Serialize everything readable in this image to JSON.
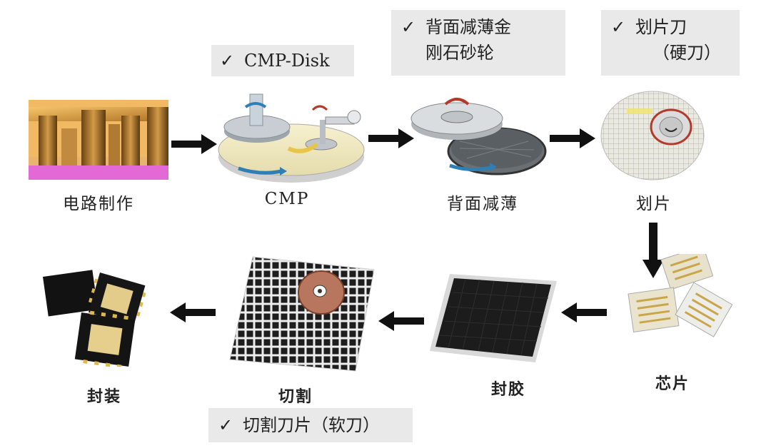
{
  "callouts": {
    "cmp": {
      "check": "✓",
      "text": "CMP-Disk"
    },
    "thinning": {
      "check": "✓",
      "line1": "背面减薄金",
      "line2": "刚石砂轮"
    },
    "scribe": {
      "check": "✓",
      "line1": "划片刀",
      "line2": "（硬刀）"
    },
    "cutting": {
      "check": "✓",
      "text": "切割刀片（软刀）"
    }
  },
  "steps": {
    "circuit": "电路制作",
    "cmp": "CMP",
    "thinning": "背面减薄",
    "scribing": "划片",
    "chip": "芯片",
    "molding": "封胶",
    "cutting": "切割",
    "packaging": "封装"
  }
}
